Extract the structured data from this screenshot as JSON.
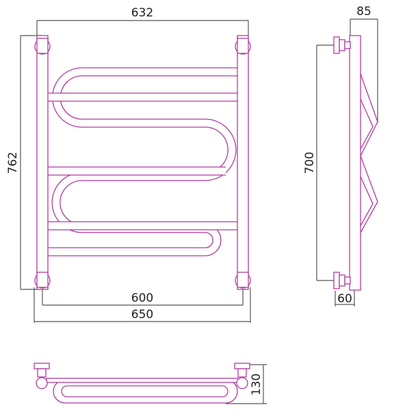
{
  "dimensions": {
    "top_width": "632",
    "height_total": "762",
    "axis_distance": "600",
    "overall_width": "650",
    "side_depth": "85",
    "side_height": "700",
    "side_wall_offset": "60",
    "bottom_depth": "130"
  },
  "colors": {
    "product": "#b03a9e",
    "dimension": "#555555"
  }
}
